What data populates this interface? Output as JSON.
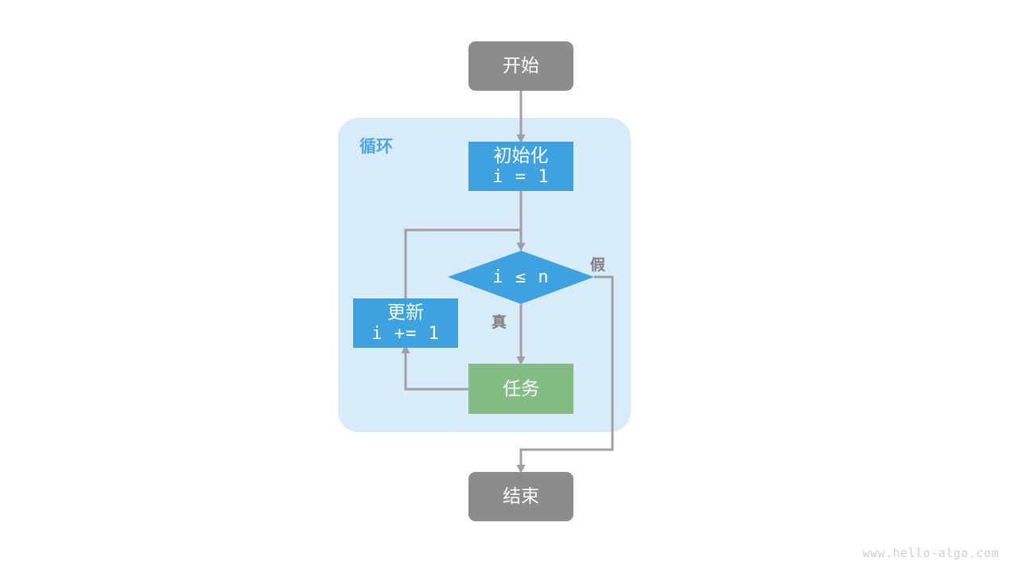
{
  "diagram": {
    "title_label": "循环",
    "colors": {
      "terminal": "#8c8c8c",
      "process": "#3FA2E0",
      "task": "#83BC85",
      "container": "#D8EBF8",
      "edge": "#a0a0a0",
      "branch_text": "#808080",
      "loop_title": "#4CA6E8",
      "watermark": "#cfcfcf",
      "node_text": "#ffffff"
    }
  },
  "nodes": {
    "start": {
      "label": "开始"
    },
    "init": {
      "line1": "初始化",
      "line2": "i = 1"
    },
    "condition": {
      "label": "i ≤ n"
    },
    "update": {
      "line1": "更新",
      "line2": "i += 1"
    },
    "task": {
      "label": "任务"
    },
    "end": {
      "label": "结束"
    }
  },
  "edges": {
    "true_label": "真",
    "false_label": "假"
  },
  "footer": {
    "watermark": "www.hello-algo.com"
  }
}
